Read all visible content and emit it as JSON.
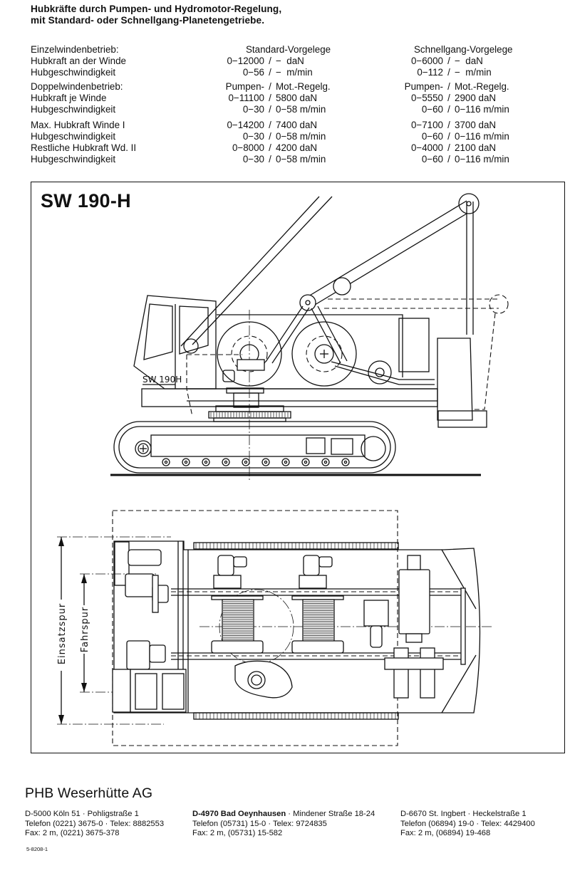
{
  "headline": {
    "line1": "Hubkräfte durch Pumpen- und Hydromotor-Regelung,",
    "line2": "mit Standard- oder Schnellgang-Planetengetriebe."
  },
  "spec_table": {
    "column_headers": [
      "Standard-Vorgelege",
      "Schnellgang-Vorgelege"
    ],
    "groups": [
      {
        "rows": [
          {
            "label": "Einzelwindenbetrieb:",
            "standard": "",
            "schnellgang": ""
          },
          {
            "label": "Hubkraft an der Winde",
            "standard": {
              "a": "0−12000",
              "b": "−  daN"
            },
            "schnellgang": {
              "a": "0−6000",
              "b": "−  daN"
            }
          },
          {
            "label": "Hubgeschwindigkeit",
            "standard": {
              "a": "0−56",
              "b": "−  m/min"
            },
            "schnellgang": {
              "a": "0−112",
              "b": "−  m/min"
            }
          }
        ]
      },
      {
        "rows": [
          {
            "label": "Doppelwindenbetrieb:",
            "standard": {
              "a": "Pumpen-",
              "b": "Mot.-Regelg."
            },
            "schnellgang": {
              "a": "Pumpen-",
              "b": "Mot.-Regelg."
            }
          },
          {
            "label": "Hubkraft je Winde",
            "standard": {
              "a": "0−11100",
              "b": "5800 daN"
            },
            "schnellgang": {
              "a": "0−5550",
              "b": "2900 daN"
            }
          },
          {
            "label": "Hubgeschwindigkeit",
            "standard": {
              "a": "0−30",
              "b": "0−58 m/min"
            },
            "schnellgang": {
              "a": "0−60",
              "b": "0−116 m/min"
            }
          }
        ]
      },
      {
        "rows": [
          {
            "label": "Max. Hubkraft Winde I",
            "standard": {
              "a": "0−14200",
              "b": "7400 daN"
            },
            "schnellgang": {
              "a": "0−7100",
              "b": "3700 daN"
            }
          },
          {
            "label": "Hubgeschwindigkeit",
            "standard": {
              "a": "0−30",
              "b": "0−58 m/min"
            },
            "schnellgang": {
              "a": "0−60",
              "b": "0−116 m/min"
            }
          },
          {
            "label": "Restliche Hubkraft Wd. II",
            "standard": {
              "a": "0−8000",
              "b": "4200 daN"
            },
            "schnellgang": {
              "a": "0−4000",
              "b": "2100 daN"
            }
          },
          {
            "label": "Hubgeschwindigkeit",
            "standard": {
              "a": "0−30",
              "b": "0−58 m/min"
            },
            "schnellgang": {
              "a": "0−60",
              "b": "0−116 m/min"
            }
          }
        ]
      }
    ]
  },
  "drawing": {
    "model_title": "SW 190-H",
    "cab_label": "SW 190H",
    "dimension_labels": {
      "outer_track": "Einsatzspur",
      "inner_track": "Fahrspur"
    }
  },
  "footer": {
    "company": "PHB Weserhütte AG",
    "addresses": [
      {
        "city_bold": "",
        "line1": "D-5000 Köln 51 · Pohligstraße 1",
        "line2": "Telefon (0221) 3675-0 · Telex: 8882553",
        "line3": "Fax: 2 m, (0221) 3675-378"
      },
      {
        "city_bold": "D-4970 Bad Oeynhausen",
        "line1": " · Mindener Straße 18-24",
        "line2": "Telefon (05731) 15-0 · Telex: 9724835",
        "line3": "Fax: 2 m, (05731) 15-582"
      },
      {
        "city_bold": "",
        "line1": "D-6670 St. Ingbert · Heckelstraße 1",
        "line2": "Telefon (06894) 19-0 · Telex: 4429400",
        "line3": "Fax: 2 m, (06894) 19-468"
      }
    ],
    "doc_code": "5-8208-1"
  }
}
